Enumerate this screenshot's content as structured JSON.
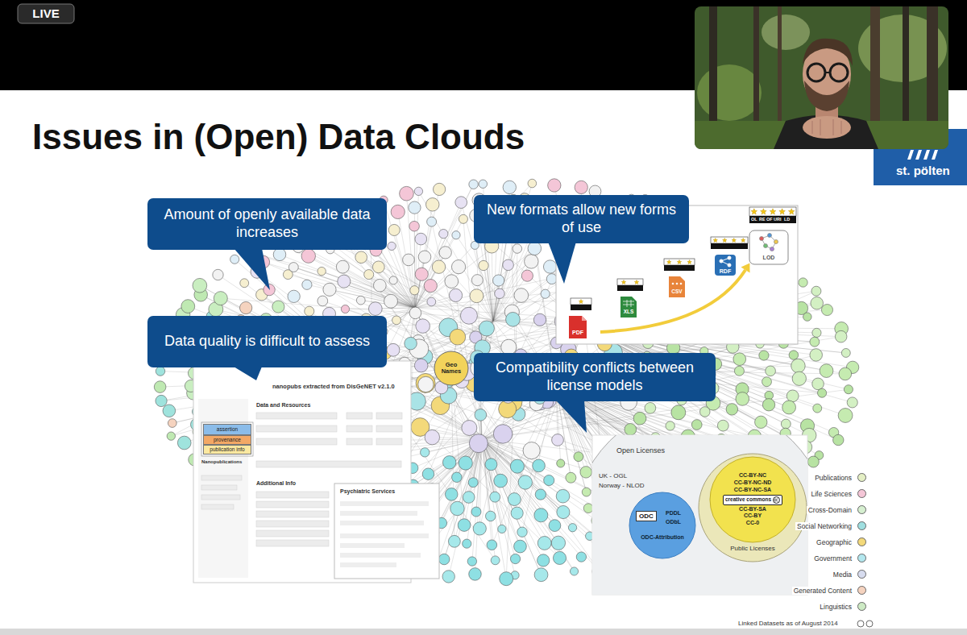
{
  "diagram": {
    "title": "Issues in (Open) Data Clouds",
    "caption": "Linked Datasets as of August 2014",
    "nodes": [
      {
        "text": [
          "Amount of openly available data increases"
        ]
      },
      {
        "text": [
          "New formats allow new forms of use"
        ]
      },
      {
        "text": [
          "Data quality is difficult to assess"
        ]
      },
      {
        "text": [
          "Compatibility conflicts between license models"
        ]
      },
      {
        "text": [
          "Geo Names"
        ]
      },
      {
        "text": [
          "Open Licenses",
          "UK - OGL",
          "Norway - NLOD"
        ]
      },
      {
        "text": [
          "Public Licenses"
        ]
      },
      {
        "text": [
          "ODC",
          "PDDL",
          "ODbL",
          "ODC-Attribution"
        ],
        "in": 5
      },
      {
        "text": [
          "CC-BY-NC",
          "CC-BY-NC-ND",
          "CC-BY-NC-SA",
          "creative commons",
          "CC-BY-SA",
          "CC-BY",
          "CC-0"
        ],
        "in": 6
      },
      {
        "text": [
          "assertion"
        ]
      },
      {
        "text": [
          "provenance"
        ]
      },
      {
        "text": [
          "publication info"
        ]
      }
    ],
    "labels": [
      "LIVE",
      "st. pölten",
      "OL",
      "RE",
      "OF",
      "URI",
      "LD",
      "PDF",
      "XLS",
      "CSV",
      "RDF",
      "LOD",
      "nanopubs extracted from DisGeNET v2.1.0",
      "Data and Resources",
      "Nanopublications",
      "Additional Info",
      "Psychiatric Services",
      "http://www.jordanhatcher.com/2011/open-licenses-vs-public-licenses/"
    ],
    "legend": [
      {
        "text": "Publications",
        "color": "#e4efc4"
      },
      {
        "text": "Life Sciences",
        "color": "#f4c6d7"
      },
      {
        "text": "Cross-Domain",
        "color": "#d6efd0"
      },
      {
        "text": "Social Networking",
        "color": "#9fdfe0"
      },
      {
        "text": "Geographic",
        "color": "#f3d97a"
      },
      {
        "text": "Government",
        "color": "#b3e7ee"
      },
      {
        "text": "Media",
        "color": "#d7dcef"
      },
      {
        "text": "Generated Content",
        "color": "#f5d3bf"
      },
      {
        "text": "Linguistics",
        "color": "#cdeac4"
      }
    ]
  }
}
